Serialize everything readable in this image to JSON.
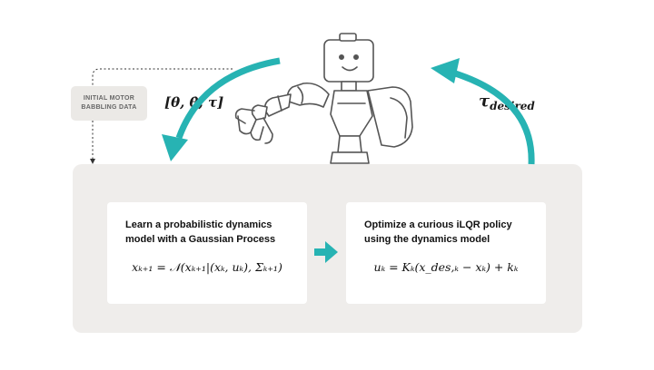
{
  "colors": {
    "accent": "#27b3b3",
    "panel": "#efedeb",
    "card": "#ffffff",
    "robot_stroke": "#555555"
  },
  "data_tag": {
    "label": "INITIAL MOTOR BABBLING DATA"
  },
  "state_label": "[θ, θ̇, τ]",
  "torque_label": {
    "symbol": "τ",
    "subscript": "desired"
  },
  "cards": [
    {
      "title": "Learn a probabilistic dynamics model with a Gaussian Process",
      "equation": "xₖ₊₁ = 𝒩(xₖ₊₁|(xₖ, uₖ), Σₖ₊₁)"
    },
    {
      "title": "Optimize a curious iLQR policy using the dynamics model",
      "equation": "uₖ = Kₖ(x_des,ₖ − xₖ) + kₖ"
    }
  ],
  "icons": {
    "robot": "robot-arm-icon",
    "loop_left": "curved-arrow-down-icon",
    "loop_right": "curved-arrow-up-icon",
    "flow": "arrow-right-icon"
  }
}
